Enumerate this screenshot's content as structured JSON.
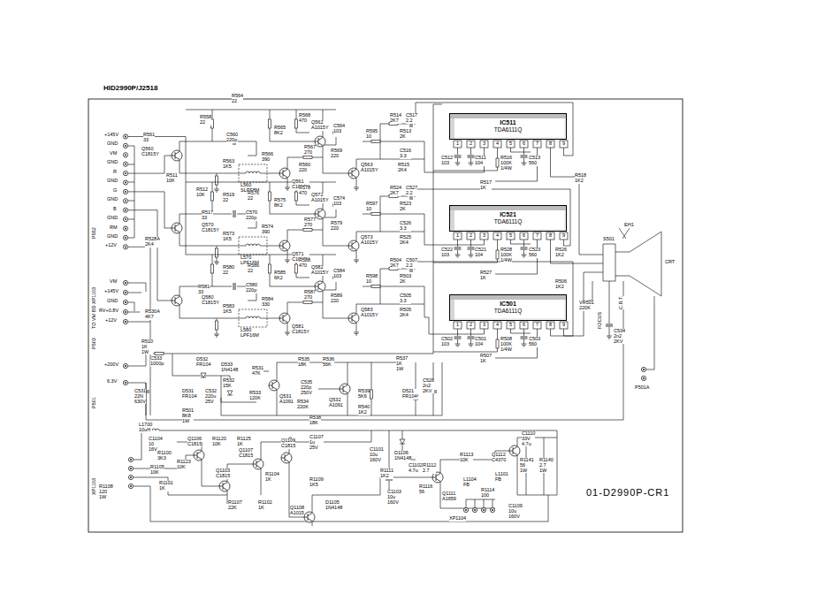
{
  "diagram": {
    "title": "HID2990P/J2518",
    "caption": "01-D2990P-CR1",
    "nodes": [
      {
        "text": [
          "IC511",
          "TDA6111Q"
        ]
      },
      {
        "text": [
          "IC521",
          "TDA6111Q"
        ]
      },
      {
        "text": [
          "IC501",
          "TDA6111Q"
        ]
      }
    ],
    "labels": [
      "+145V",
      "GND",
      "VM",
      "GND",
      "R",
      "GND",
      "G",
      "GND",
      "B",
      "GND",
      "RM",
      "GND",
      "+12V",
      "P552",
      "VM",
      "+145V",
      "GND",
      "RV+0.8V",
      "+12V",
      "TO VM BD XP1103",
      "P503",
      "+200V",
      "6.3V",
      "P501",
      "XP1103",
      "R510 1K 1W",
      "C533 1000p",
      "D532 FR104",
      "D533 1N4148",
      "R532 15K",
      "C532 220u 25V",
      "C531 22N 630V",
      "D531 FR104",
      "R531 47K",
      "R533 120K",
      "Q531 A1091",
      "R535 18K",
      "R536 56K",
      "C535 220p 250V",
      "R534 220K",
      "Q532 A1091",
      "R538 18K",
      "R539 5K6",
      "R540 1K2",
      "R537 1K 1W",
      "D521 FR104",
      "C528 2n2 2KV",
      "R501 8K8 1W",
      "R564 22",
      "R558 22",
      "R561 33",
      "Q560 C1815Y",
      "C560 220p",
      "R565 8K2",
      "R568 470",
      "Q562 A1015Y",
      "C564 103",
      "R563 1K5",
      "R566 390",
      "Q561 C1815Y",
      "R567 270",
      "R569 220",
      "R560 220",
      "Q563 A1015Y",
      "R595 10",
      "R514 2K7",
      "C517 2.2",
      "R513 2K",
      "C516 3.3",
      "R515 2K4",
      "L560 SLPF8M",
      "R511 10K",
      "R512 10K",
      "R519 22",
      "R576 22",
      "R517 33",
      "Q570 C1815Y",
      "C570 220p",
      "R575 8K2",
      "R578 470",
      "Q572 A1015Y",
      "C574 103",
      "R573 1K5",
      "R574 390",
      "Q571 C1815Y",
      "R577 270",
      "R579 220",
      "Q573 A1015Y",
      "R597 10",
      "R524 2K7",
      "C527 2.2",
      "R523 2K",
      "C526 3.3",
      "R525 2K4",
      "L570 LPF16M",
      "R580 22",
      "R586 22",
      "R581 33",
      "Q580 C1815Y",
      "C580 220p",
      "R585 6K2",
      "R588 470",
      "Q582 A1015Y",
      "C584 103",
      "R583 1K5",
      "R584 330",
      "Q581 C1815Y",
      "R587 270",
      "R589 220",
      "Q583 A1015Y",
      "R598 10",
      "R504 2K7",
      "C507 2.2",
      "R503 2K",
      "C505 3.3",
      "R505 2K4",
      "L580 LPF16M",
      "C512 103",
      "C511 104",
      "R516 100K 1/4W",
      "C513 560",
      "R517 1K",
      "R518 1K2",
      "C522 103",
      "C521 104",
      "R528 100K 1/4W",
      "C523 560",
      "R527 1K",
      "R526 1K2",
      "C502 103",
      "C501 104",
      "R508 100K 1/4W",
      "C503 560",
      "R507 1K",
      "R506 1K2",
      "VR501 220K",
      "C534 2n2 2KV",
      "S501",
      "EH1",
      "CRT",
      "C.R.T.",
      "FOCUS",
      "P501A",
      "R528A 2K4",
      "R530A 4K7",
      "L1700 10uH",
      "C1104 10 16V",
      "R1100 3K3",
      "Q1106 C1815",
      "R1123 10K",
      "R1120 10K",
      "R1125 1K",
      "Q1107 C1815",
      "Q1109 C1815",
      "C1107 1u 25V",
      "Q1103 C1815",
      "R1105 10K",
      "R1101 1K",
      "R1108 120 1W",
      "R1107 22K",
      "R1102 1K",
      "R1104 1K",
      "R1109 1K5",
      "Q1108 A1015",
      "D1105 1N4148",
      "C1101 10u 160V",
      "D1106 1N4148",
      "R1111 1K2",
      "C1102 4.7u",
      "R1112 2.7",
      "C1103 10u 160V",
      "R1116 56",
      "Q1111 A1659",
      "R1113 10K",
      "L1104 FB",
      "R1114 100",
      "Q1112 C4370",
      "L1101 FB",
      "C1110 33V 4.7u",
      "R1141 56 1W",
      "R1140 2.7 1W",
      "C1109 10u 160V",
      "XP1104",
      "1",
      "2",
      "3",
      "4",
      "5",
      "6",
      "7",
      "8",
      "9",
      "1",
      "2",
      "3",
      "4",
      "5",
      "6",
      "7",
      "8",
      "9",
      "1",
      "2",
      "3",
      "4",
      "5",
      "6",
      "7",
      "8",
      "9"
    ]
  }
}
